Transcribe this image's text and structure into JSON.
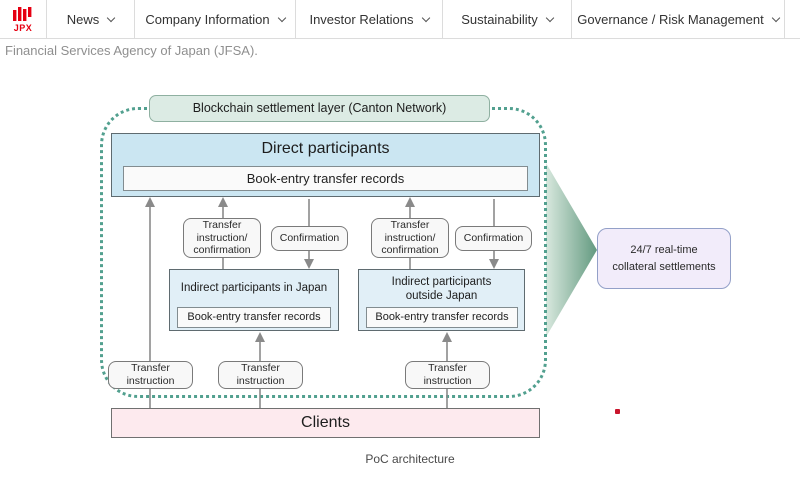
{
  "nav": {
    "logo_text": "JPX",
    "items": [
      {
        "label": "News",
        "icon": "chevron-down"
      },
      {
        "label": "Company Information",
        "icon": "chevron-down"
      },
      {
        "label": "Investor Relations",
        "icon": "chevron-down"
      },
      {
        "label": "Sustainability",
        "icon": "chevron-down"
      },
      {
        "label": "Governance / Risk Management",
        "icon": "chevron-down"
      }
    ]
  },
  "subheader": {
    "text": "Financial Services Agency of Japan (JFSA)."
  },
  "diagram": {
    "settlement_layer_label": "Blockchain settlement layer (Canton Network)",
    "direct_participants": {
      "title": "Direct participants",
      "records_label": "Book-entry transfer records"
    },
    "indirect_japan": {
      "title": "Indirect participants in Japan",
      "records_label": "Book-entry transfer records"
    },
    "indirect_outside": {
      "title": "Indirect participants\noutside Japan",
      "records_label": "Book-entry transfer records"
    },
    "flow_labels": {
      "transfer_instruction_confirmation": "Transfer\ninstruction/\nconfirmation",
      "confirmation": "Confirmation",
      "transfer_instruction": "Transfer\ninstruction"
    },
    "clients_label": "Clients",
    "outcome_label": "24/7 real-time\ncollateral settlements",
    "caption": "PoC architecture",
    "colors": {
      "jpx_red": "#e60012",
      "dotted_boundary": "#52a08f",
      "settlement_fill": "#dcebe4",
      "direct_fill": "#cbe6f2",
      "indirect_fill": "#e1eff7",
      "clients_fill": "#fdeaee",
      "outcome_fill": "#f2ecfa",
      "outcome_border": "#93a0c8",
      "arrow_gradient_start": "#d8e8de",
      "arrow_gradient_end": "#639a80",
      "connector_gray": "#8a8a8a"
    }
  }
}
